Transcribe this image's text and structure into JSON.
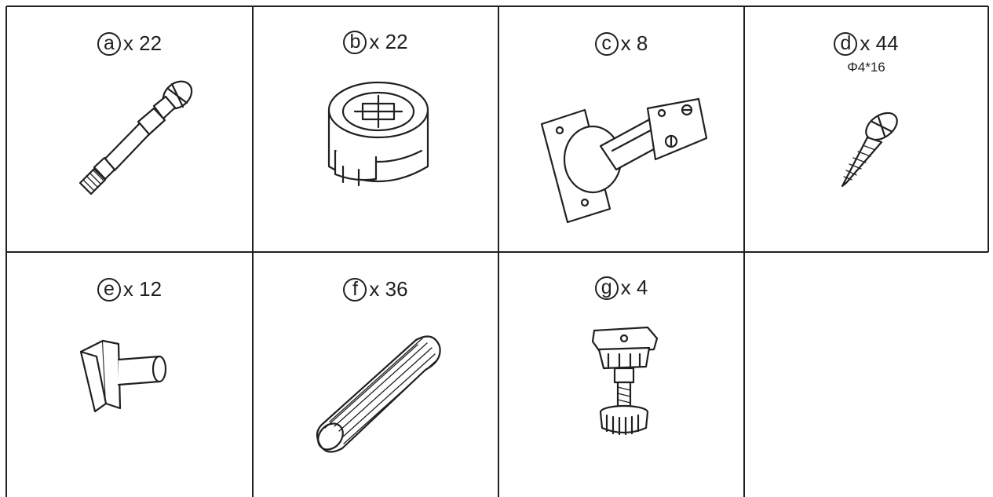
{
  "parts": [
    {
      "letter": "a",
      "quantity": "x 22",
      "icon": "cam-bolt-icon"
    },
    {
      "letter": "b",
      "quantity": "x 22",
      "icon": "cam-lock-icon"
    },
    {
      "letter": "c",
      "quantity": "x 8",
      "icon": "cabinet-hinge-icon"
    },
    {
      "letter": "d",
      "quantity": "x 44",
      "spec": "Φ4*16",
      "icon": "wood-screw-icon"
    },
    {
      "letter": "e",
      "quantity": "x 12",
      "icon": "shelf-support-pin-icon"
    },
    {
      "letter": "f",
      "quantity": "x 36",
      "icon": "wooden-dowel-icon"
    },
    {
      "letter": "g",
      "quantity": "x 4",
      "icon": "adjustable-leg-icon"
    }
  ],
  "colors": {
    "line": "#231f20",
    "background": "#ffffff"
  }
}
